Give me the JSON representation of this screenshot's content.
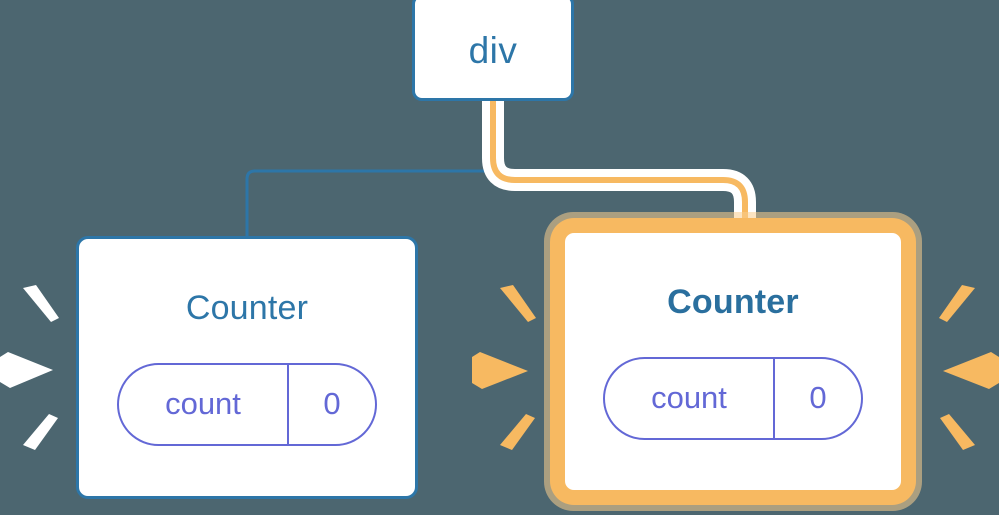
{
  "diagram": {
    "title": "Component tree with highlighted re-rendered Counter",
    "background_color": "#4c6670",
    "colors": {
      "blue": "#2d76a8",
      "orange": "#f7b961",
      "orange_glow": "#facd8e",
      "purple": "#6368d6",
      "white": "#ffffff"
    }
  },
  "nodes": {
    "root": {
      "label": "div",
      "kind": "element-node",
      "highlighted": false
    },
    "counter_left": {
      "label": "Counter",
      "kind": "component-node",
      "highlighted": false,
      "state": {
        "key": "count",
        "value": "0"
      }
    },
    "counter_right": {
      "label": "Counter",
      "kind": "component-node",
      "highlighted": true,
      "state": {
        "key": "count",
        "value": "0"
      }
    }
  },
  "connectors": [
    {
      "name": "div-to-counter-left",
      "color": "#2d76a8",
      "highlighted": false
    },
    {
      "name": "div-to-counter-right",
      "color": "#f7b961",
      "highlighted": true,
      "halo": "#ffffff"
    }
  ],
  "sparkles": [
    {
      "name": "sparkle-left-of-counter-left",
      "color": "#ffffff",
      "rays": 3
    },
    {
      "name": "sparkle-left-of-counter-right",
      "color": "#f7b961",
      "rays": 3
    },
    {
      "name": "sparkle-right-of-counter-right",
      "color": "#f7b961",
      "rays": 3
    }
  ]
}
